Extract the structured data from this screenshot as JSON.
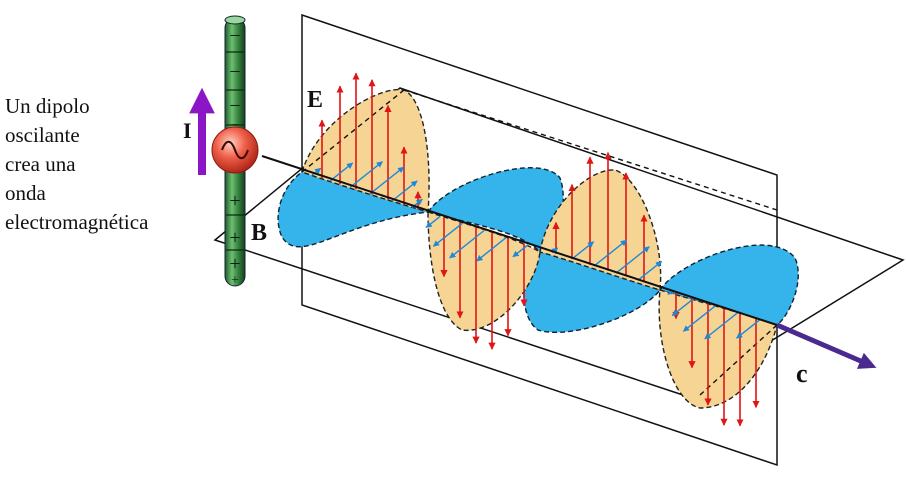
{
  "caption": {
    "lines": [
      "Un dipolo",
      "oscilante",
      "crea una",
      "onda",
      "electromagnética"
    ]
  },
  "labels": {
    "current": "I",
    "electric_field": "E",
    "magnetic_field": "B",
    "speed": "c"
  },
  "dipole": {
    "top_signs": [
      "−",
      "−",
      "−",
      "−"
    ],
    "bottom_signs": [
      "+",
      "+",
      "+",
      "+"
    ]
  },
  "colors": {
    "electric_lobe_fill": "#f6d493",
    "electric_arrow": "#e01515",
    "magnetic_lobe_fill": "#34b4ea",
    "magnetic_arrow": "#1e88d6",
    "current_arrow": "#8b16c6",
    "propagation_arrow": "#4a2a8f",
    "rod": "#3f8a4a",
    "source": "#e53a2a"
  },
  "icons": {
    "source": "ac-source-icon",
    "current_arrow": "up-arrow-icon",
    "propagation_arrow": "right-arrow-icon"
  }
}
